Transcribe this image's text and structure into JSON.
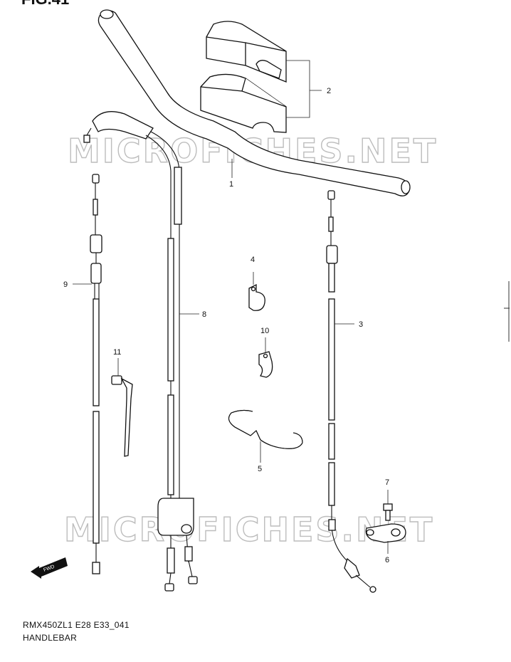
{
  "figure": {
    "title": "FIG.41"
  },
  "footer": {
    "code": "RMX450ZL1 E28 E33_041",
    "name": "HANDLEBAR"
  },
  "watermark": {
    "text": "MICROFICHES.NET"
  },
  "direction_badge": {
    "text": "FWD"
  },
  "callouts": [
    "1",
    "2",
    "3",
    "4",
    "5",
    "6",
    "7",
    "8",
    "9",
    "10",
    "11"
  ],
  "parts": [
    {
      "ref": "1",
      "part": "handlebar"
    },
    {
      "ref": "2",
      "part": "handlebar pads"
    },
    {
      "ref": "3",
      "part": "clutch cable"
    },
    {
      "ref": "4",
      "part": "cable clamp"
    },
    {
      "ref": "5",
      "part": "wire spring clip"
    },
    {
      "ref": "6",
      "part": "cable bracket"
    },
    {
      "ref": "7",
      "part": "bolt"
    },
    {
      "ref": "8",
      "part": "throttle cable assembly"
    },
    {
      "ref": "9",
      "part": "hot start cable"
    },
    {
      "ref": "10",
      "part": "cable clamp"
    },
    {
      "ref": "11",
      "part": "cable tie"
    }
  ]
}
